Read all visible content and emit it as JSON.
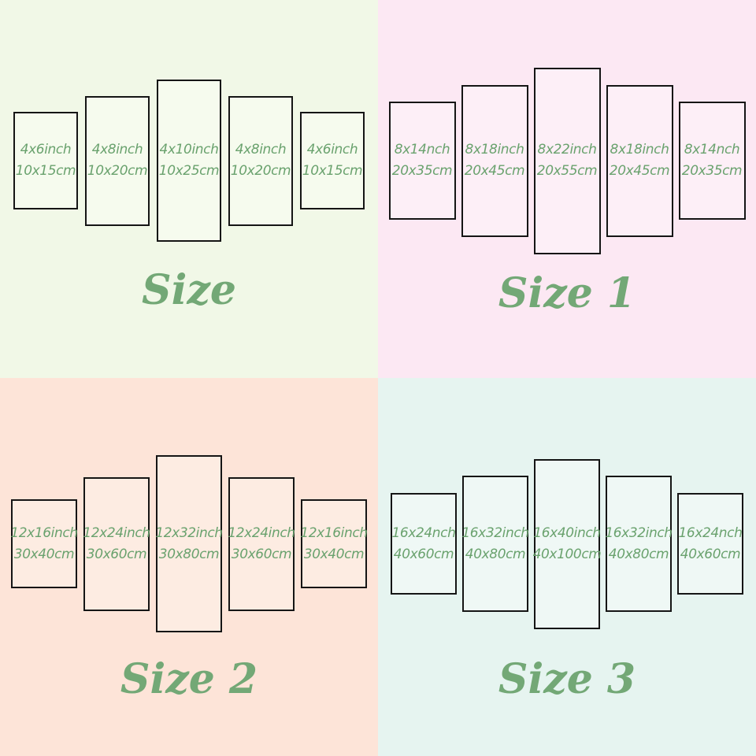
{
  "quadrants": [
    {
      "label": "Size",
      "panels": [
        {
          "inch": "4x6inch",
          "cm": "10x15cm"
        },
        {
          "inch": "4x8inch",
          "cm": "10x20cm"
        },
        {
          "inch": "4x10inch",
          "cm": "10x25cm"
        },
        {
          "inch": "4x8inch",
          "cm": "10x20cm"
        },
        {
          "inch": "4x6inch",
          "cm": "10x15cm"
        }
      ]
    },
    {
      "label": "Size 1",
      "panels": [
        {
          "inch": "8x14nch",
          "cm": "20x35cm"
        },
        {
          "inch": "8x18inch",
          "cm": "20x45cm"
        },
        {
          "inch": "8x22inch",
          "cm": "20x55cm"
        },
        {
          "inch": "8x18inch",
          "cm": "20x45cm"
        },
        {
          "inch": "8x14nch",
          "cm": "20x35cm"
        }
      ]
    },
    {
      "label": "Size 2",
      "panels": [
        {
          "inch": "12x16inch",
          "cm": "30x40cm"
        },
        {
          "inch": "12x24inch",
          "cm": "30x60cm"
        },
        {
          "inch": "12x32inch",
          "cm": "30x80cm"
        },
        {
          "inch": "12x24inch",
          "cm": "30x60cm"
        },
        {
          "inch": "12x16inch",
          "cm": "30x40cm"
        }
      ]
    },
    {
      "label": "Size 3",
      "panels": [
        {
          "inch": "16x24nch",
          "cm": "40x60cm"
        },
        {
          "inch": "16x32inch",
          "cm": "40x80cm"
        },
        {
          "inch": "16x40inch",
          "cm": "40x100cm"
        },
        {
          "inch": "16x32inch",
          "cm": "40x80cm"
        },
        {
          "inch": "16x24nch",
          "cm": "40x60cm"
        }
      ]
    }
  ],
  "colors": {
    "quadrant_backgrounds": [
      "#f1f8e7",
      "#fce8f3",
      "#fde4d8",
      "#e6f4f0"
    ],
    "panel_fills": [
      "#f6fbee",
      "#fdeff7",
      "#fdece2",
      "#eff8f5"
    ],
    "panel_border": "#151515",
    "panel_text": "#6aa26e",
    "label_text": "#73a876"
  }
}
